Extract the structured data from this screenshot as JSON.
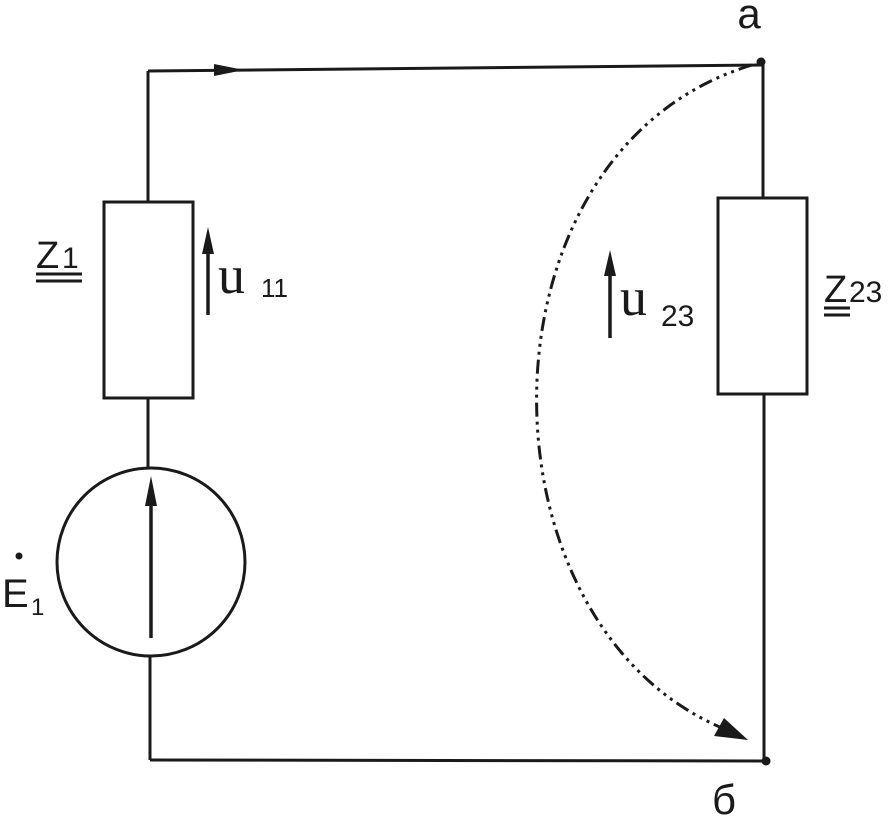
{
  "nodes": {
    "a": "а",
    "b": "б"
  },
  "impedance_1": {
    "symbol": "Z",
    "subscript": "1"
  },
  "impedance_23": {
    "symbol": "Z",
    "subscript": "23"
  },
  "voltage_1": {
    "symbol": "u",
    "subscript": "11"
  },
  "voltage_23": {
    "symbol": "u",
    "subscript": "23"
  },
  "source": {
    "symbol": "E",
    "subscript": "1"
  }
}
